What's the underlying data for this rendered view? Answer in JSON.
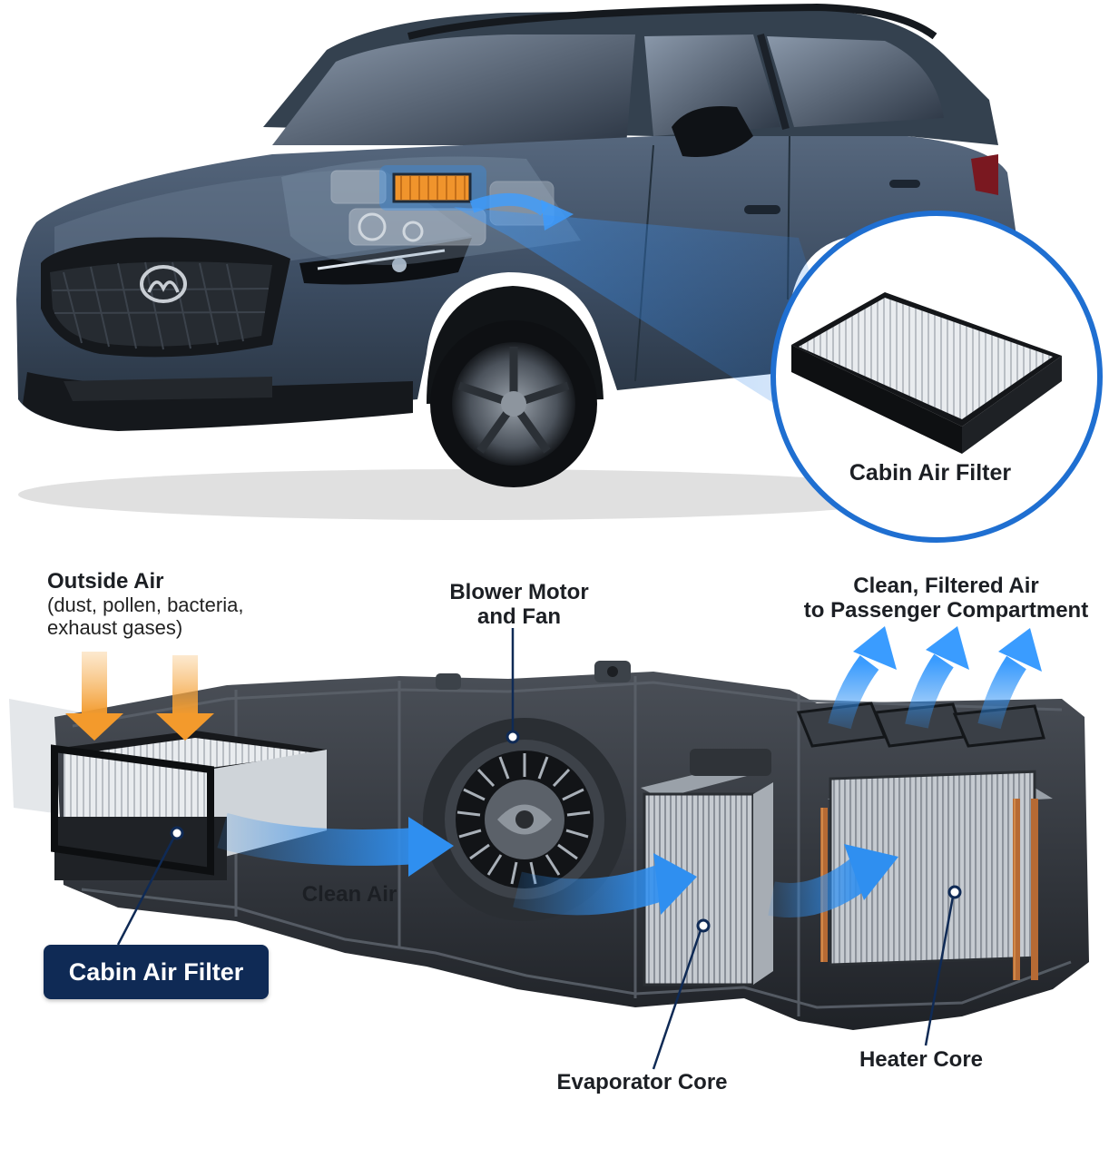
{
  "callout": {
    "filter_label": "Cabin Air Filter"
  },
  "labels": {
    "outside_air_title": "Outside Air",
    "outside_air_line1": "(dust,  pollen, bacteria,",
    "outside_air_line2": "exhaust gases)",
    "blower_line1": "Blower Motor",
    "blower_line2": "and Fan",
    "clean_filtered_line1": "Clean, Filtered Air",
    "clean_filtered_line2": "to Passenger Compartment",
    "clean_air": "Clean Air",
    "cabin_air_filter": "Cabin Air Filter",
    "evaporator_core": "Evaporator Core",
    "heater_core": "Heater Core"
  },
  "colors": {
    "car_body": "#3f5066",
    "airflow_blue": "#2f8ff0",
    "outside_air_orange": "#f39a2c",
    "callout_ring": "#1f6fd1",
    "badge_navy": "#0f2a55",
    "housing_dark": "#2e3238",
    "copper": "#b66a34"
  }
}
